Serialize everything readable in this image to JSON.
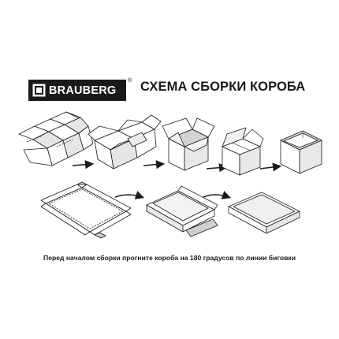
{
  "brand": {
    "name": "BRAUBERG",
    "registered_mark": "®",
    "logo_icon": "brauberg-square-logo-icon"
  },
  "title": "СХЕМА СБОРКИ КОРОБА",
  "instruction": "Перед началом сборки прогните короба на 180 градусов по линии биговки",
  "colors": {
    "ink": "#1a1a1a",
    "box_face": "#ffffff",
    "box_shade": "#dcdcdc",
    "box_shade_dark": "#b8b8b8"
  },
  "steps": {
    "box_stages": [
      "box-flat-blank",
      "box-folding-sides",
      "box-flaps-open",
      "box-flaps-closing",
      "box-assembled"
    ],
    "lid_stages": [
      "lid-flat-blank",
      "lid-folding",
      "lid-assembled"
    ]
  }
}
